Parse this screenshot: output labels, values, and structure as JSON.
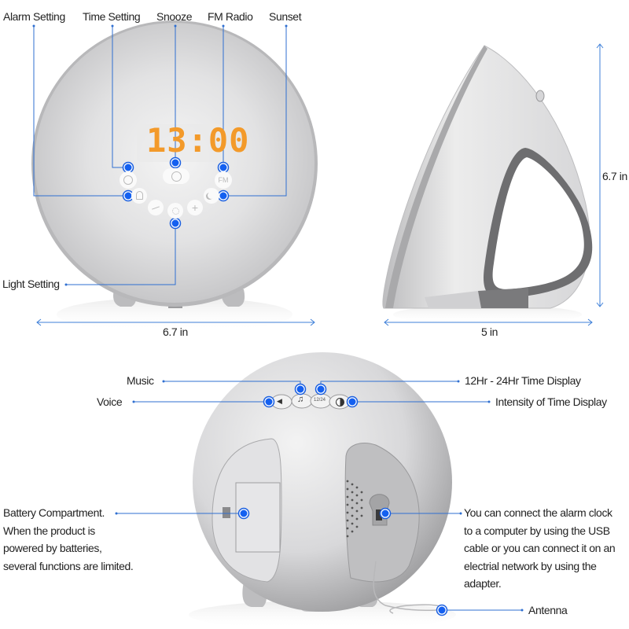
{
  "front_view": {
    "display_time": "13:00",
    "display_color": "#f39a2a",
    "labels": {
      "alarm_setting": "Alarm Setting",
      "time_setting": "Time Setting",
      "snooze": "Snooze",
      "fm_radio": "FM Radio",
      "sunset": "Sunset",
      "light_setting": "Light Setting"
    },
    "buttons": [
      {
        "name": "time-setting",
        "icon": "clock-icon"
      },
      {
        "name": "snooze",
        "icon": "snooze-cloud-icon"
      },
      {
        "name": "fm-radio",
        "icon": "fm-text-icon",
        "text": "FM"
      },
      {
        "name": "alarm-setting",
        "icon": "bell-icon"
      },
      {
        "name": "minus",
        "icon": "minus-icon"
      },
      {
        "name": "light-setting",
        "icon": "sun-icon"
      },
      {
        "name": "plus",
        "icon": "plus-icon"
      },
      {
        "name": "sunset",
        "icon": "moon-icon"
      }
    ],
    "width_dimension": "6.7 in"
  },
  "side_view": {
    "height_dimension": "6.7 in",
    "depth_dimension": "5 in"
  },
  "back_view": {
    "labels": {
      "music": "Music",
      "voice": "Voice",
      "time_display_12_24": "12Hr - 24Hr Time Display",
      "intensity": "Intensity of Time Display",
      "antenna": "Antenna"
    },
    "buttons": [
      {
        "name": "voice",
        "icon": "speaker-icon"
      },
      {
        "name": "music",
        "icon": "music-note-icon"
      },
      {
        "name": "12-24",
        "icon": "12-24-text-icon",
        "text": "12/24"
      },
      {
        "name": "intensity",
        "icon": "half-circle-icon"
      }
    ],
    "battery_text": [
      "Battery Compartment.",
      "When the product is",
      "powered by batteries,",
      "several functions are limited."
    ],
    "usb_text": [
      "You can connect the alarm clock",
      "to a computer by using the USB",
      "cable or you can connect it on an",
      "electrial network by using the",
      "adapter."
    ]
  },
  "colors": {
    "annotation_blue": "#2f6fd1",
    "marker_blue": "#1460f0",
    "device_gray": "#d4d4d6"
  }
}
